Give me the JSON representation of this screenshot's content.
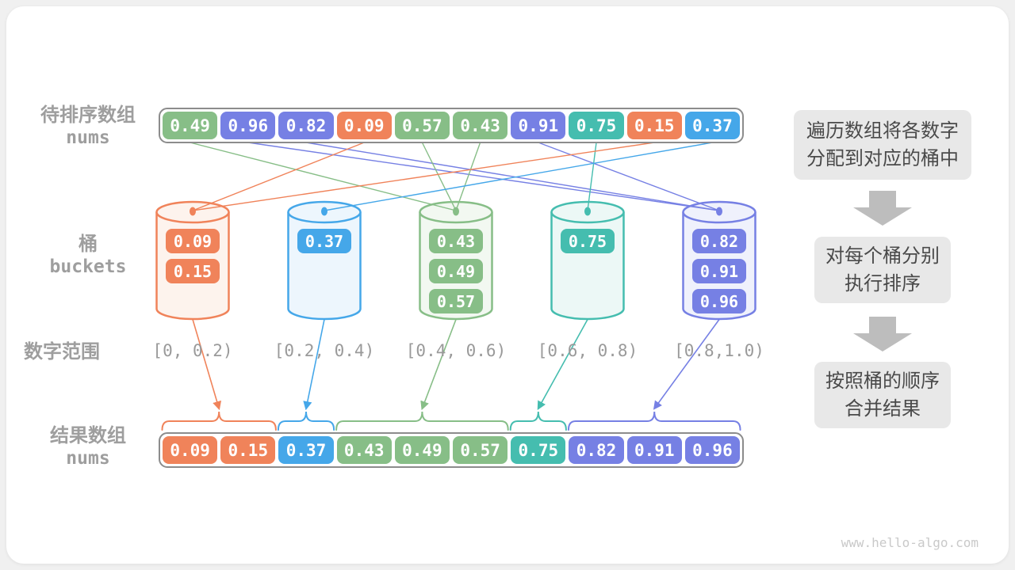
{
  "watermark": "www.hello-algo.com",
  "labels": {
    "source_zh": "待排序数组",
    "source_en": "nums",
    "buckets_zh": "桶",
    "buckets_en": "buckets",
    "range": "数字范围",
    "result_zh": "结果数组",
    "result_en": "nums"
  },
  "colors": {
    "orange": "#f0835a",
    "blue": "#45a7e9",
    "green": "#87be87",
    "teal": "#45bdaf",
    "indigo": "#7680e4",
    "fills": {
      "orange": "#fdf3ed",
      "blue": "#edf6fd",
      "green": "#f2f8f1",
      "teal": "#ecf8f6",
      "indigo": "#eff1fc"
    },
    "container_border": "#8c8c8c",
    "label_gray": "#9e9e9e",
    "step_bg": "#e8e8e8",
    "step_text": "#4a4a4a",
    "step_arrow": "#bdbdbd",
    "watermark_gray": "#c9c9c9"
  },
  "source_array": [
    {
      "value": "0.49",
      "bucket": 2
    },
    {
      "value": "0.96",
      "bucket": 4
    },
    {
      "value": "0.82",
      "bucket": 4
    },
    {
      "value": "0.09",
      "bucket": 0
    },
    {
      "value": "0.57",
      "bucket": 2
    },
    {
      "value": "0.43",
      "bucket": 2
    },
    {
      "value": "0.91",
      "bucket": 4
    },
    {
      "value": "0.75",
      "bucket": 3
    },
    {
      "value": "0.15",
      "bucket": 0
    },
    {
      "value": "0.37",
      "bucket": 1
    }
  ],
  "buckets": [
    {
      "color": "orange",
      "range": "[0, 0.2)",
      "values": [
        "0.09",
        "0.15"
      ]
    },
    {
      "color": "blue",
      "range": "[0.2, 0.4)",
      "values": [
        "0.37"
      ]
    },
    {
      "color": "green",
      "range": "[0.4, 0.6)",
      "values": [
        "0.43",
        "0.49",
        "0.57"
      ]
    },
    {
      "color": "teal",
      "range": "[0.6, 0.8)",
      "values": [
        "0.75"
      ]
    },
    {
      "color": "indigo",
      "range": "[0.8,1.0)",
      "values": [
        "0.82",
        "0.91",
        "0.96"
      ]
    }
  ],
  "result_groups": [
    {
      "color": "orange",
      "values": [
        "0.09",
        "0.15"
      ]
    },
    {
      "color": "blue",
      "values": [
        "0.37"
      ]
    },
    {
      "color": "green",
      "values": [
        "0.43",
        "0.49",
        "0.57"
      ]
    },
    {
      "color": "teal",
      "values": [
        "0.75"
      ]
    },
    {
      "color": "indigo",
      "values": [
        "0.82",
        "0.91",
        "0.96"
      ]
    }
  ],
  "steps": [
    {
      "lines": [
        "遍历数组将各数字",
        "分配到对应的桶中"
      ]
    },
    {
      "lines": [
        "对每个桶分别",
        "执行排序"
      ]
    },
    {
      "lines": [
        "按照桶的顺序",
        "合并结果"
      ]
    }
  ]
}
